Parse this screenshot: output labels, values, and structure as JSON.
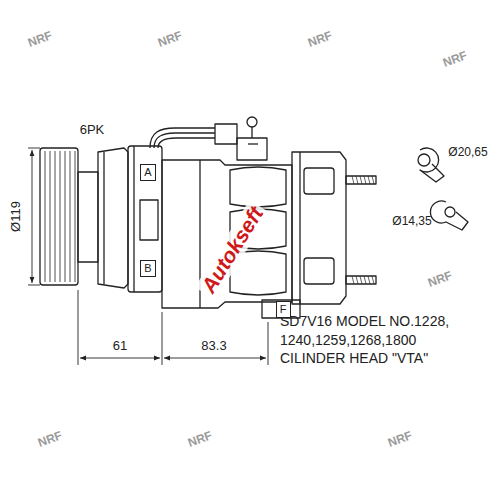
{
  "diagram": {
    "nodes": [
      {
        "text": [
          "A"
        ]
      },
      {
        "text": [
          "B"
        ]
      },
      {
        "text": [
          "F"
        ]
      }
    ],
    "labels": [
      "6PK",
      "Ø119",
      "61",
      "83.3",
      "Ø20,65",
      "Ø14,35",
      "SD7V16 MODEL NO.1228, 1240,1259,1268,1800 CILINDER HEAD \"VTA\"",
      "Autokseft",
      "NRF",
      "NRF",
      "NRF",
      "NRF",
      "NRF",
      "NRF",
      "NRF",
      "NRF"
    ]
  }
}
